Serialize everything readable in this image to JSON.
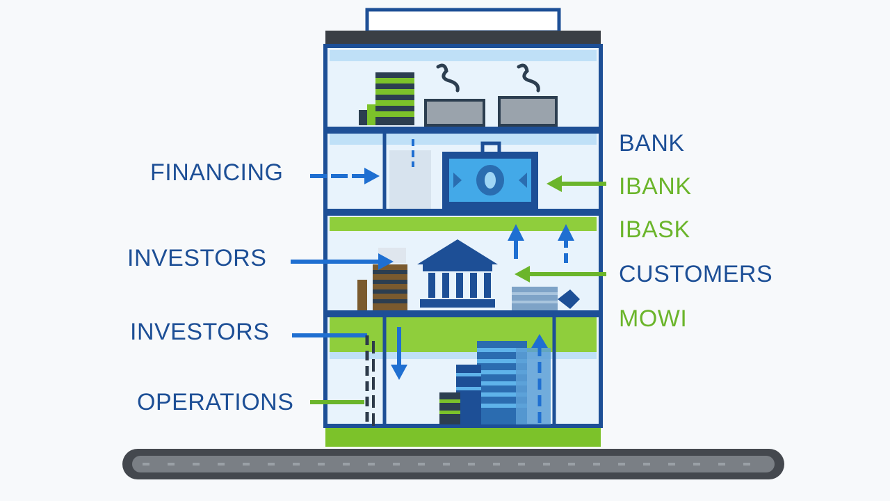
{
  "colors": {
    "navy": "#1d4f96",
    "blue_arrow": "#1f6fd1",
    "green": "#7cc22a",
    "glass": "#e4f1fb",
    "cash_blue": "#43a9e8",
    "bill_green": "#5a8f2e",
    "ground": "#6a6e74"
  },
  "labels": {
    "left": {
      "financing": "FINANCING",
      "investors_1": "INVESTORS",
      "investors_2": "INVESTORS",
      "operations": "OPERATIONS"
    },
    "right": {
      "bank": "BANK",
      "ibank": "IBANK",
      "ibask": "IBASK",
      "customers": "CUSTOMERS",
      "mowi": "MOWI"
    }
  },
  "icons": [
    "cash-stack-icon",
    "laptop-icon",
    "money-bill-icon",
    "bank-icon",
    "document-stack-icon",
    "arrow-icon"
  ]
}
